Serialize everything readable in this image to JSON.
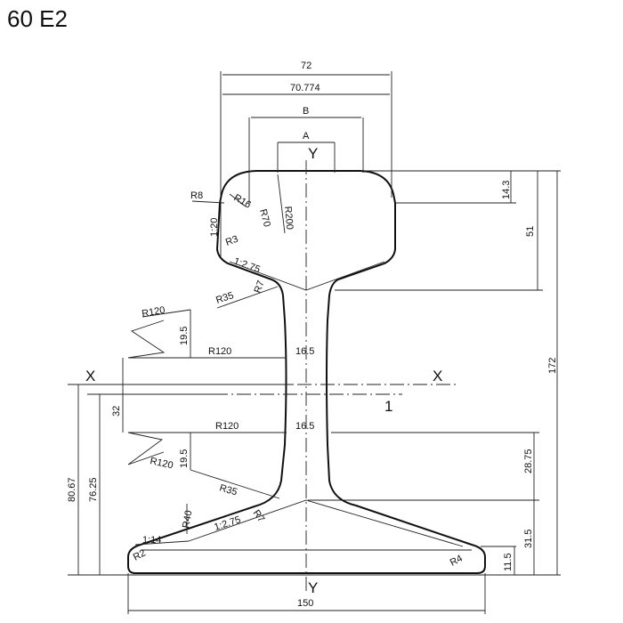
{
  "title": "60 E2",
  "axes": {
    "y_top": "Y",
    "y_bottom": "Y",
    "x_left": "X",
    "x_right": "X",
    "section_ref": "1"
  },
  "widths": {
    "head": "72",
    "head_running": "70.774",
    "b": "B",
    "a": "A",
    "foot": "150"
  },
  "heights": {
    "h14_3": "14.3",
    "h51": "51",
    "h172": "172",
    "h28_75": "28.75",
    "h31_5": "31.5",
    "h11_5": "11.5",
    "h80_67": "80.67",
    "h76_25": "76.25",
    "h32": "32",
    "h19_5_top": "19.5",
    "h19_5_bot": "19.5"
  },
  "web": {
    "w_top": "16.5",
    "w_bot": "16.5",
    "r120_top": "R120",
    "r120_bot": "R120"
  },
  "radii": {
    "r8": "R8",
    "r16": "R16",
    "r70": "R70",
    "r200": "R200",
    "r3": "R3",
    "r7_top": "R7",
    "r35_top": "R35",
    "r120_left_top": "R120",
    "r120_left_bot": "R120",
    "r35_bot": "R35",
    "r7_bot": "R7",
    "r40": "R40",
    "r2": "R2",
    "r4": "R4"
  },
  "slopes": {
    "s1_20": "1:20",
    "s1_2_75_top": "1:2.75",
    "s1_2_75_bot": "1:2.75",
    "s1_14": "1:14"
  }
}
